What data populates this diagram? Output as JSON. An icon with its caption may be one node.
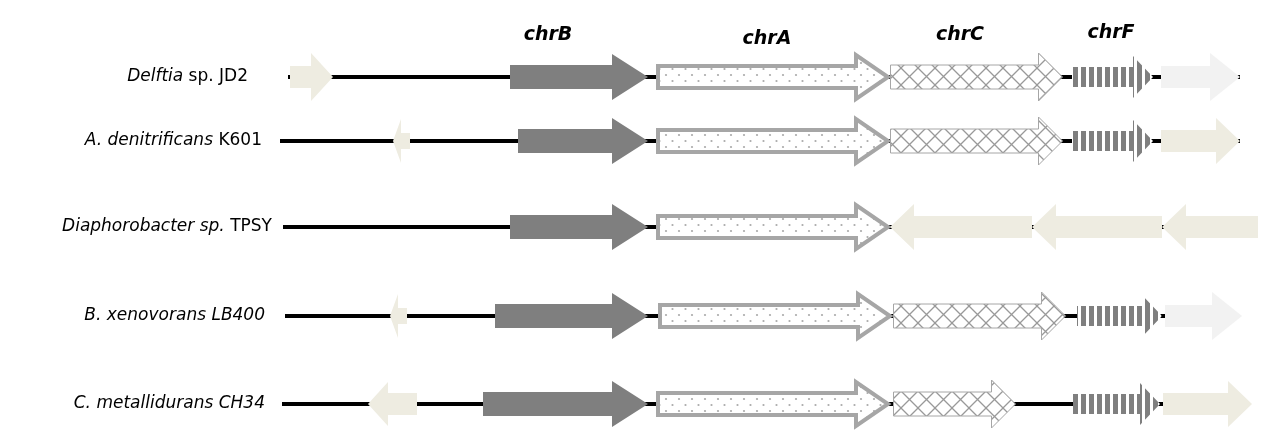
{
  "diagram": {
    "labels": [
      "chrB",
      "chrA",
      "chrC",
      "chrF",
      "*Delftia* sp. JD2",
      "*A. denitrificans* K601",
      "*Diaphorobacter sp.* TPSY",
      "B. xenovorans LB400",
      "C. metallidurans CH34"
    ]
  }
}
